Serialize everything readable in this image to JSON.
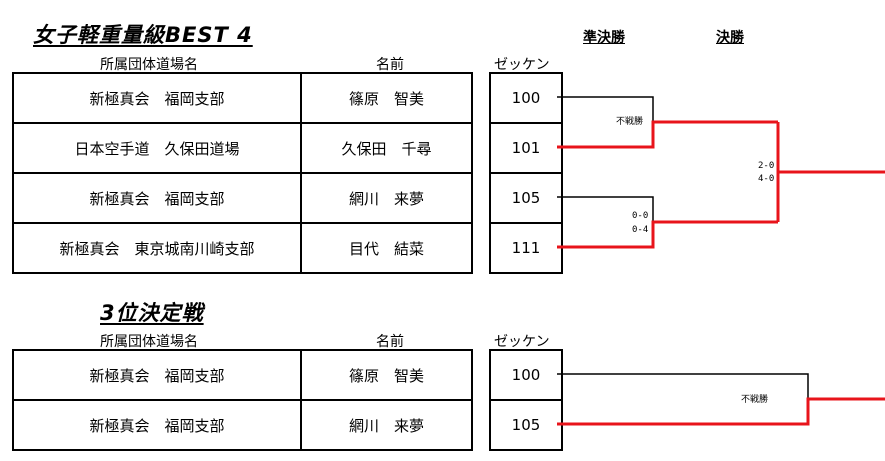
{
  "best4": {
    "title": "女子軽重量級BEST 4",
    "headers": {
      "dojo": "所属団体道場名",
      "name": "名前",
      "bib": "ゼッケン"
    },
    "rounds": {
      "semifinal": "準決勝",
      "final": "決勝"
    },
    "entries": [
      {
        "dojo": "新極真会　福岡支部",
        "name": "篠原　智美",
        "bib": "100"
      },
      {
        "dojo": "日本空手道　久保田道場",
        "name": "久保田　千尋",
        "bib": "101"
      },
      {
        "dojo": "新極真会　福岡支部",
        "name": "網川　来夢",
        "bib": "105"
      },
      {
        "dojo": "新極真会　東京城南川崎支部",
        "name": "目代　結菜",
        "bib": "111"
      }
    ],
    "results": {
      "semi1": "不戦勝",
      "semi2_top": "0-0",
      "semi2_bottom": "0-4",
      "final_top": "2-0",
      "final_bottom": "4-0"
    }
  },
  "third": {
    "title": "3位決定戦",
    "headers": {
      "dojo": "所属団体道場名",
      "name": "名前",
      "bib": "ゼッケン"
    },
    "entries": [
      {
        "dojo": "新極真会　福岡支部",
        "name": "篠原　智美",
        "bib": "100"
      },
      {
        "dojo": "新極真会　福岡支部",
        "name": "網川　来夢",
        "bib": "105"
      }
    ],
    "result": "不戦勝"
  },
  "colors": {
    "winner_line": "#e8141b",
    "line": "#000000"
  }
}
